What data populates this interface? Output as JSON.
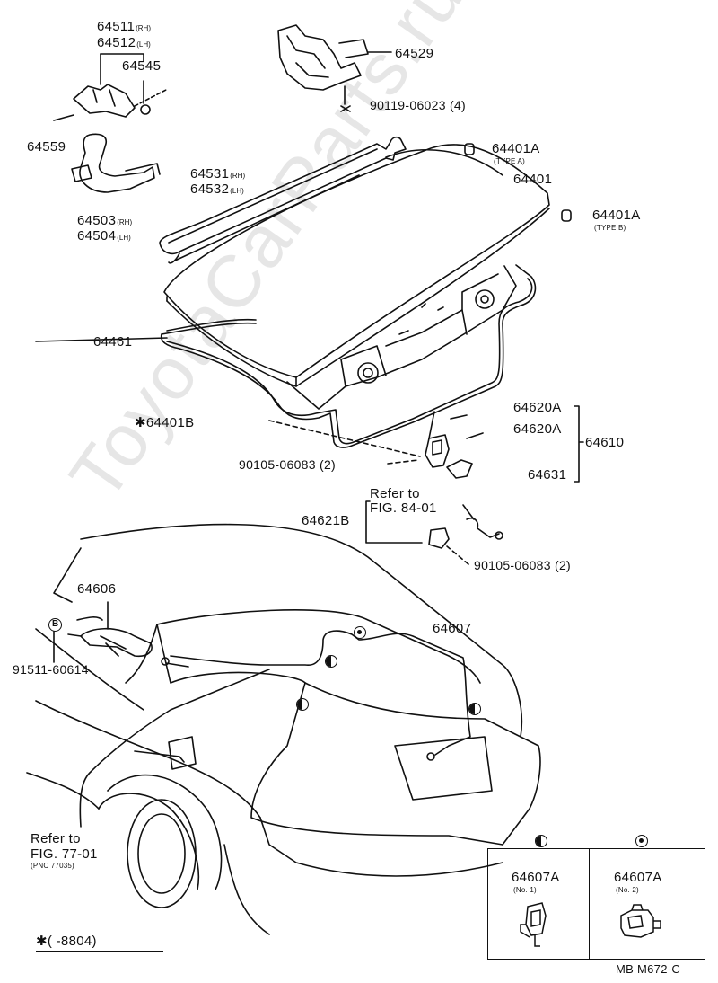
{
  "parts": {
    "p64511": {
      "num": "64511",
      "side": "(RH)"
    },
    "p64512": {
      "num": "64512",
      "side": "(LH)"
    },
    "p64545": {
      "num": "64545"
    },
    "p64529": {
      "num": "64529"
    },
    "p90119": {
      "num": "90119-06023 (4)"
    },
    "p64559": {
      "num": "64559"
    },
    "p64401A_a": {
      "num": "64401A",
      "note": "(TYPE A)"
    },
    "p64401": {
      "num": "64401"
    },
    "p64531": {
      "num": "64531",
      "side": "(RH)"
    },
    "p64532": {
      "num": "64532",
      "side": "(LH)"
    },
    "p64401A_b": {
      "num": "64401A",
      "note": "(TYPE B)"
    },
    "p64503": {
      "num": "64503",
      "side": "(RH)"
    },
    "p64504": {
      "num": "64504",
      "side": "(LH)"
    },
    "p64461": {
      "num": "64461"
    },
    "p64620A_1": {
      "num": "64620A"
    },
    "p64620A_2": {
      "num": "64620A"
    },
    "p64610": {
      "num": "64610"
    },
    "p64401B": {
      "num": "64401B",
      "prefix": "✱"
    },
    "p90105_a": {
      "num": "90105-06083 (2)"
    },
    "p64631": {
      "num": "64631"
    },
    "p64621B": {
      "num": "64621B"
    },
    "p90105_b": {
      "num": "90105-06083 (2)"
    },
    "p64606": {
      "num": "64606"
    },
    "p64607": {
      "num": "64607"
    },
    "p91511": {
      "num": "91511-60614"
    }
  },
  "refs": {
    "fig84": {
      "line1": "Refer to",
      "line2": "FIG. 84-01"
    },
    "fig77": {
      "line1": "Refer to",
      "line2": "FIG. 77-01",
      "pnc": "(PNC 77035)"
    }
  },
  "bolt_marker": {
    "letter": "B"
  },
  "footnote": "✱(        -8804)",
  "drawing_code": "MB M672-C",
  "watermark": "ToyotaCarParts.ru",
  "legend": [
    {
      "symbol": "half-circle",
      "part": "64607A",
      "variant": "(No. 1)"
    },
    {
      "symbol": "dot-circle",
      "part": "64607A",
      "variant": "(No. 2)"
    }
  ]
}
